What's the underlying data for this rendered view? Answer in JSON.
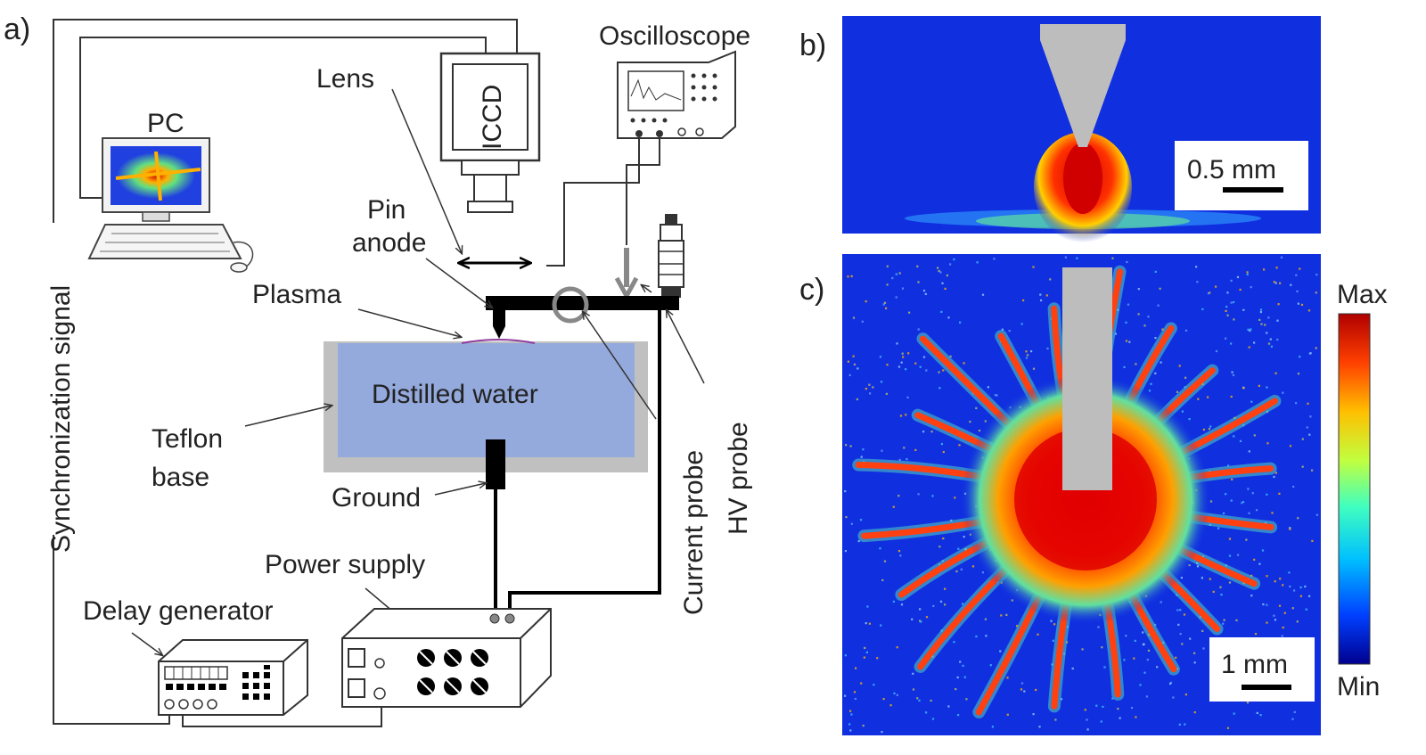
{
  "panels": {
    "a": "a)",
    "b": "b)",
    "c": "c)"
  },
  "setup_labels": {
    "pc": "PC",
    "lens": "Lens",
    "iccd": "ICCD",
    "oscilloscope": "Oscilloscope",
    "pin_line1": "Pin",
    "pin_line2": "anode",
    "plasma": "Plasma",
    "distilled_water": "Distilled water",
    "teflon_line1": "Teflon",
    "teflon_line2": "base",
    "ground": "Ground",
    "current_probe": "Current probe",
    "hv_probe": "HV probe",
    "sync_signal": "Synchronization signal",
    "power_supply": "Power supply",
    "delay_generator": "Delay generator"
  },
  "scale_bars": {
    "b": "0.5 mm",
    "c": "1 mm"
  },
  "colorbar": {
    "max": "Max",
    "min": "Min",
    "stops": [
      "#00008f",
      "#0040ff",
      "#00c0ff",
      "#40ffbf",
      "#c0ff40",
      "#ffc000",
      "#ff4000",
      "#b00000"
    ]
  },
  "colors": {
    "water": "#94a9dc",
    "teflon": "#c0c0c0",
    "map_background": "#1030e0",
    "electrode": "#bdbdbd",
    "hot": "#e01010"
  }
}
